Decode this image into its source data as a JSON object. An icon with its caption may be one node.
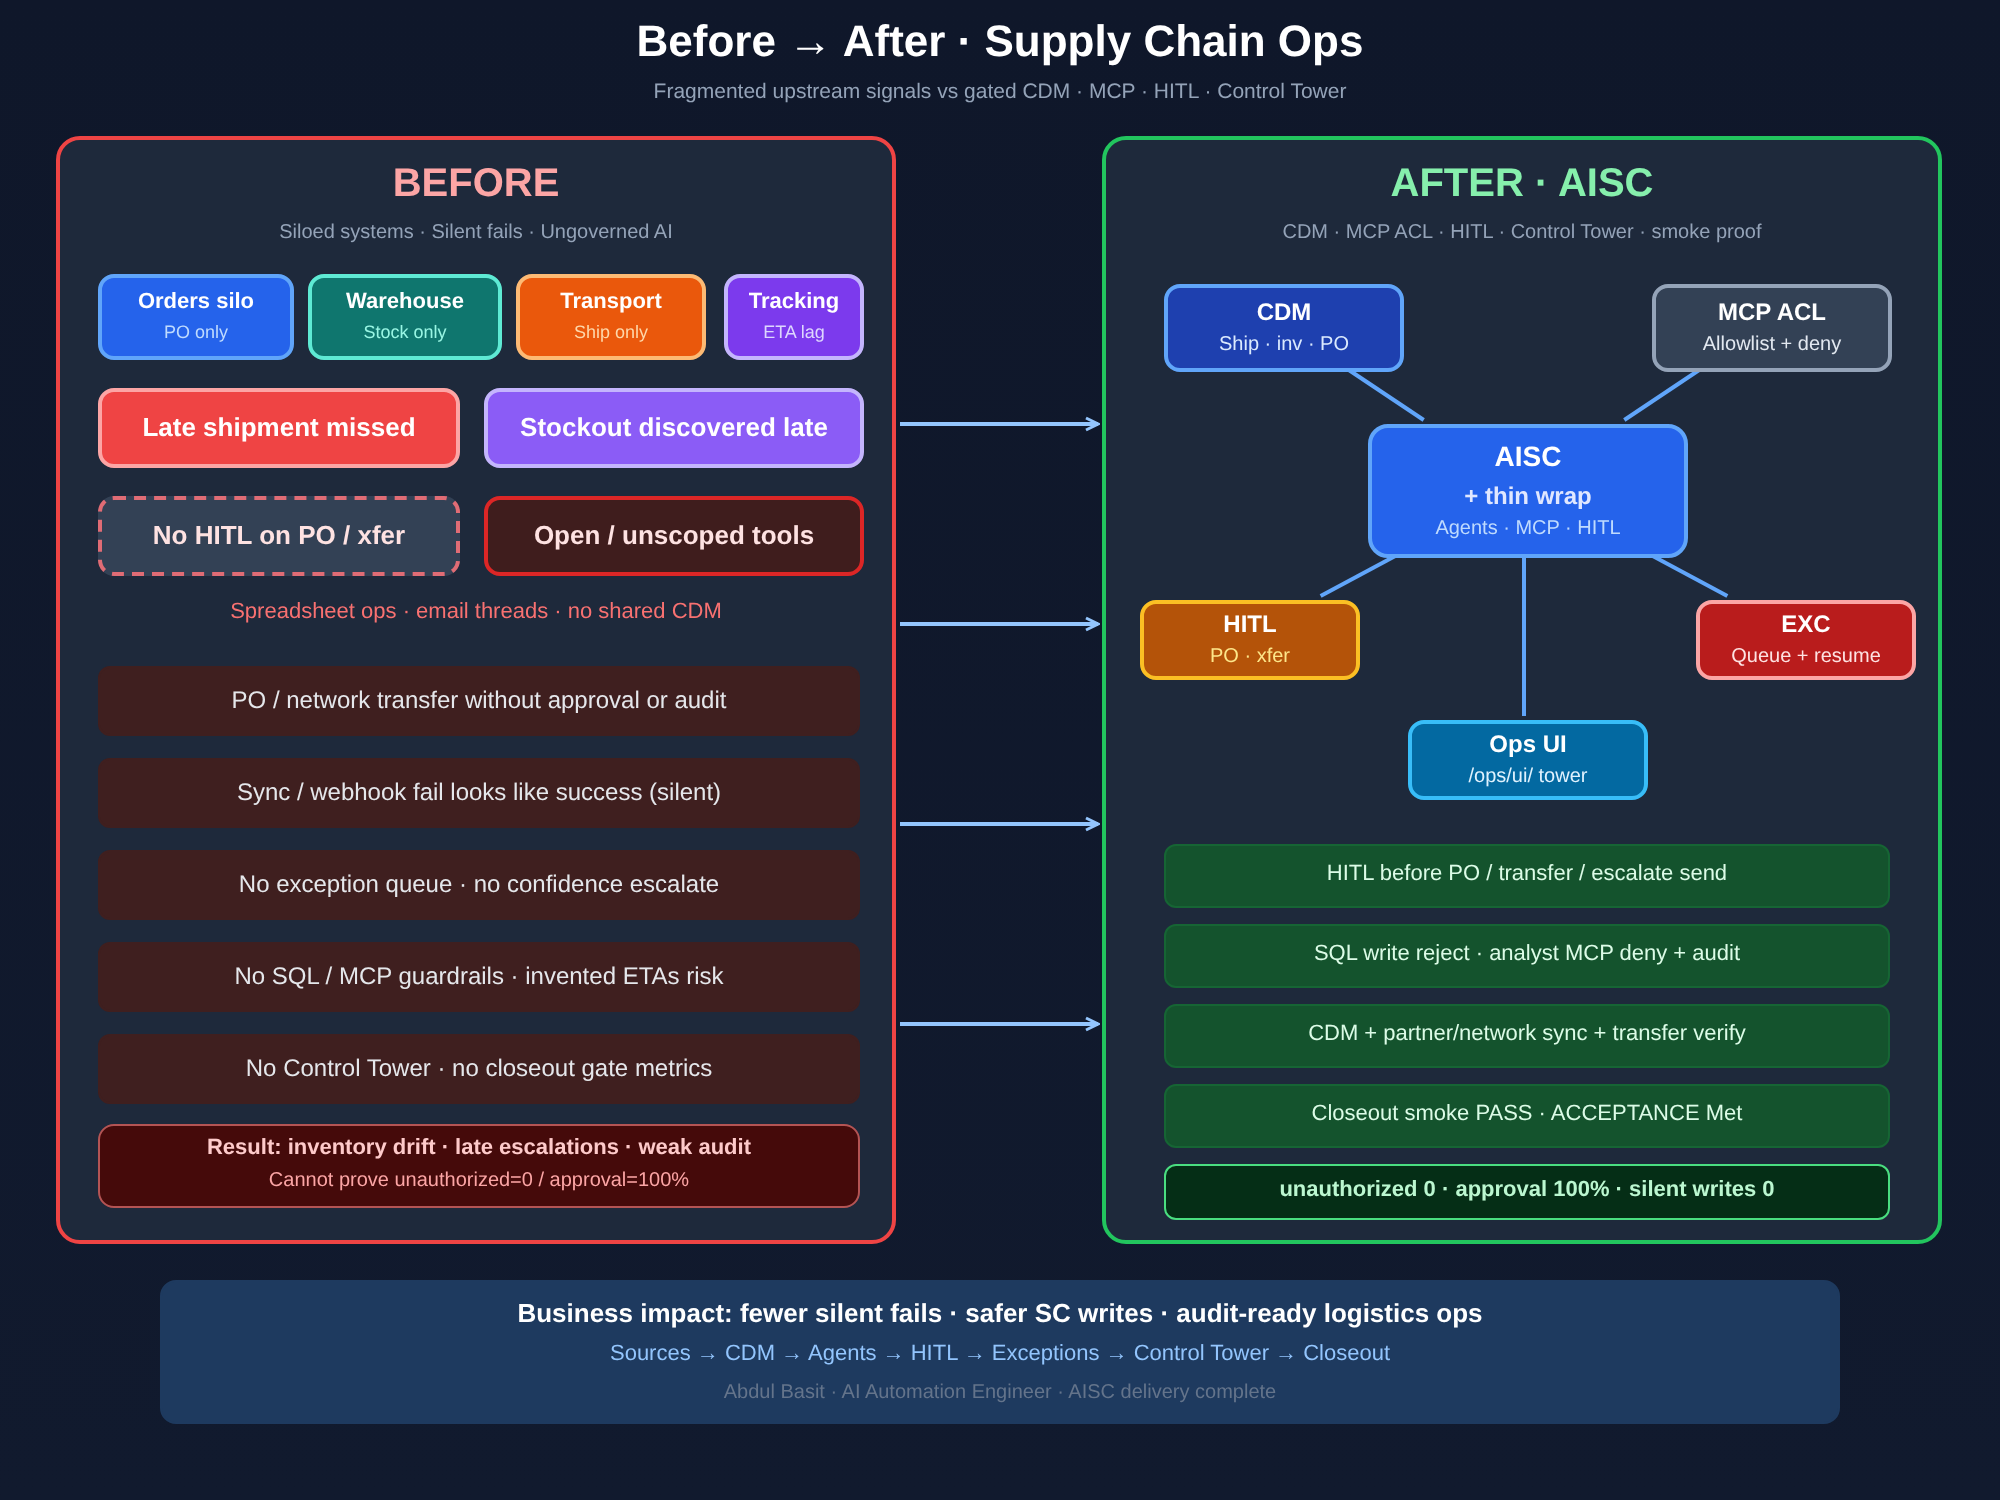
{
  "diagram": {
    "title": "Before → After · Supply Chain Ops",
    "nodes": [
      {
        "text": [
          "BEFORE",
          "Siloed systems · Silent fails · Ungoverned AI"
        ]
      },
      {
        "text": [
          "Orders silo",
          "PO only"
        ],
        "in": 0
      },
      {
        "text": [
          "Warehouse",
          "Stock only"
        ],
        "in": 0
      },
      {
        "text": [
          "Transport",
          "Ship only"
        ],
        "in": 0
      },
      {
        "text": [
          "Tracking",
          "ETA lag"
        ],
        "in": 0
      },
      {
        "text": [
          "Late shipment missed"
        ],
        "in": 0
      },
      {
        "text": [
          "Stockout discovered late"
        ],
        "in": 0
      },
      {
        "text": [
          "No HITL on PO / xfer"
        ],
        "in": 0
      },
      {
        "text": [
          "Open / unscoped tools"
        ],
        "in": 0
      },
      {
        "text": [
          "PO / network transfer without approval or audit"
        ],
        "in": 0
      },
      {
        "text": [
          "Sync / webhook fail looks like success (silent)"
        ],
        "in": 0
      },
      {
        "text": [
          "No exception queue · no confidence escalate"
        ],
        "in": 0
      },
      {
        "text": [
          "No SQL / MCP guardrails · invented ETAs risk"
        ],
        "in": 0
      },
      {
        "text": [
          "No Control Tower · no closeout gate metrics"
        ],
        "in": 0
      },
      {
        "text": [
          "Result: inventory drift · late escalations · weak audit",
          "Cannot prove unauthorized=0 / approval=100%"
        ],
        "in": 0
      },
      {
        "text": [
          "AFTER · AISC",
          "CDM · MCP ACL · HITL · Control Tower · smoke proof"
        ]
      },
      {
        "text": [
          "CDM",
          "Ship · inv · PO"
        ],
        "in": 15
      },
      {
        "text": [
          "MCP ACL",
          "Allowlist + deny"
        ],
        "in": 15
      },
      {
        "text": [
          "AISC",
          "+ thin wrap",
          "Agents · MCP · HITL"
        ],
        "in": 15
      },
      {
        "text": [
          "HITL",
          "PO · xfer"
        ],
        "in": 15
      },
      {
        "text": [
          "EXC",
          "Queue + resume"
        ],
        "in": 15
      },
      {
        "text": [
          "Ops UI",
          "/ops/ui/ tower"
        ],
        "in": 15
      },
      {
        "text": [
          "HITL before PO / transfer / escalate send"
        ],
        "in": 15
      },
      {
        "text": [
          "SQL write reject · analyst MCP deny + audit"
        ],
        "in": 15
      },
      {
        "text": [
          "CDM + partner/network sync + transfer verify"
        ],
        "in": 15
      },
      {
        "text": [
          "Closeout smoke PASS · ACCEPTANCE Met"
        ],
        "in": 15
      },
      {
        "text": [
          "unauthorized 0 · approval 100% · silent writes 0"
        ],
        "in": 15
      },
      {
        "text": [
          "Business impact: fewer silent fails · safer SC writes · audit-ready logistics ops",
          "Sources → CDM → Agents → HITL → Exceptions → Control Tower → Closeout",
          "Abdul Basit · AI Automation Engineer · AISC delivery complete"
        ]
      }
    ],
    "edges": [
      {
        "from": 0,
        "to": 15,
        "arrow": "to"
      },
      {
        "from": 0,
        "to": 15,
        "arrow": "to"
      },
      {
        "from": 0,
        "to": 15,
        "arrow": "to"
      },
      {
        "from": 0,
        "to": 15,
        "arrow": "to"
      },
      {
        "from": 18,
        "to": 16,
        "arrow": "none"
      },
      {
        "from": 18,
        "to": 17,
        "arrow": "none"
      },
      {
        "from": 18,
        "to": 19,
        "arrow": "none"
      },
      {
        "from": 18,
        "to": 20,
        "arrow": "none"
      },
      {
        "from": 18,
        "to": 21,
        "arrow": "none"
      }
    ],
    "labels": [
      "Fragmented upstream signals vs gated CDM · MCP · HITL · Control Tower",
      "Spreadsheet ops · email threads · no shared CDM"
    ]
  }
}
